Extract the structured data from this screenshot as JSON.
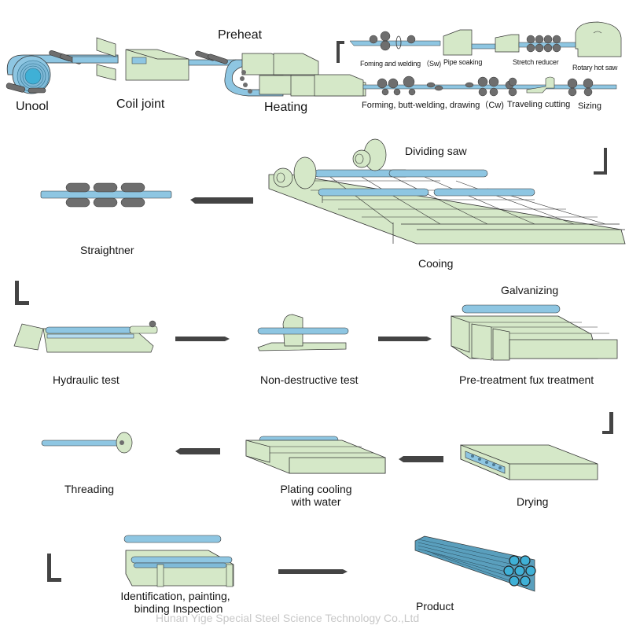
{
  "title": "Galvanized welded steel pipe production process",
  "colors": {
    "machine": "#d5e8c8",
    "machine_stroke": "#2c2c2c",
    "pipe": "#8ec6e2",
    "coil_core": "#3fb0d6",
    "roller": "#6e6e6e",
    "arrow": "#444444",
    "bracket": "#444444",
    "watermark": "#c8c8c8"
  },
  "stage1": {
    "unool": "Unool",
    "coil_joint": "Coil joint",
    "preheat": "Preheat",
    "heating": "Heating",
    "forming_welding_sw": "Foming and welding （Sw)",
    "pipe_soaking": "Pipe soaking",
    "stretch_reducer": "Stretch reducer",
    "rotary_hot_saw": "Rotary hot saw",
    "forming_cw": "Forming, butt-welding, drawing（Cw)",
    "traveling_cutting": "Traveling cutting",
    "sizing": "Sizing"
  },
  "stage2": {
    "dividing_saw": "Dividing saw",
    "cooing": "Cooing",
    "straightner": "Straightner"
  },
  "stage3": {
    "hydraulic_test": "Hydraulic test",
    "non_destructive_test": "Non-destructive test",
    "galvanizing": "Galvanizing",
    "pretreatment": "Pre-treatment fux treatment"
  },
  "stage4": {
    "threading": "Threading",
    "plating_cooling_line1": "Plating cooling",
    "plating_cooling_line2": "with water",
    "drying": "Drying"
  },
  "stage5": {
    "identification_line1": "Identification, painting,",
    "identification_line2": "binding Inspection",
    "product": "Product"
  },
  "watermark": "Hunan Yige Special Steel Science Technology Co.,Ltd"
}
